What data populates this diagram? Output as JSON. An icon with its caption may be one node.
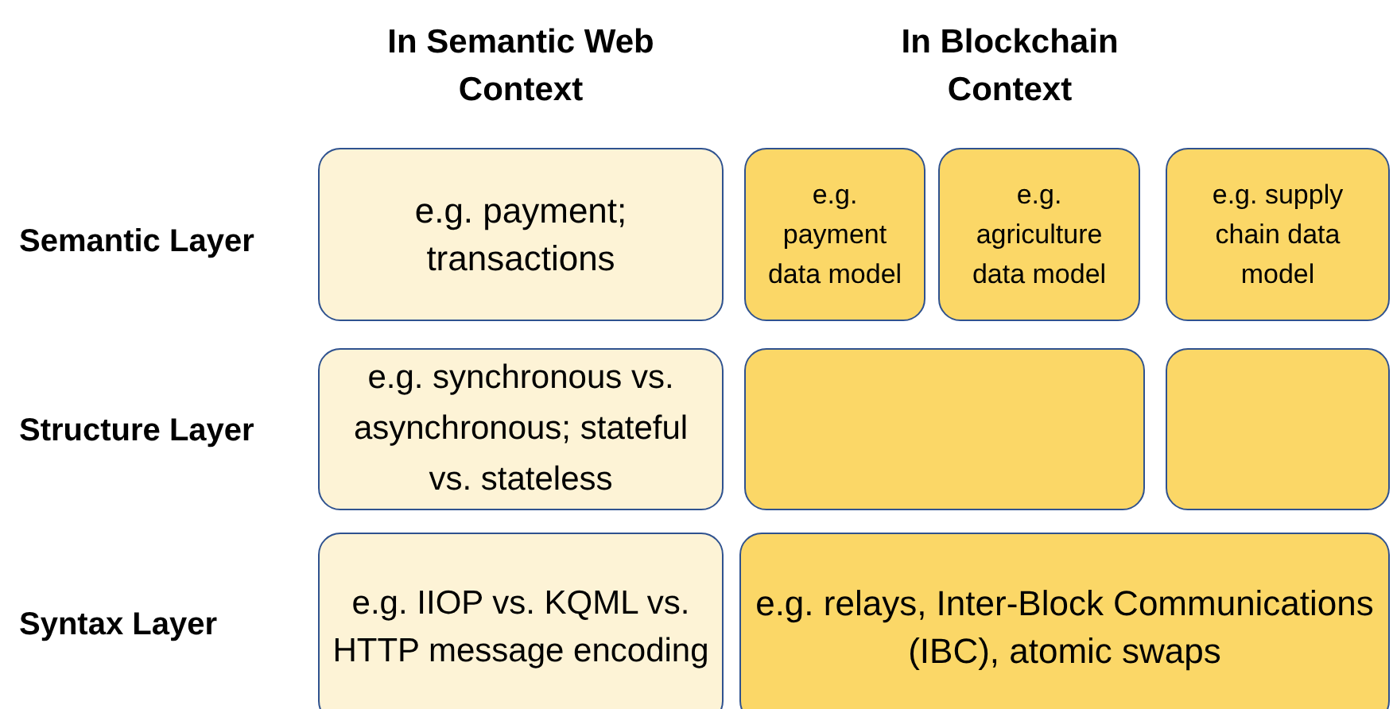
{
  "diagram": {
    "nodes": [
      {
        "text": [
          "e.g. payment; transactions"
        ]
      },
      {
        "text": [
          "e.g. payment data model"
        ]
      },
      {
        "text": [
          "e.g. agriculture data model"
        ]
      },
      {
        "text": [
          "e.g. supply chain data model"
        ]
      },
      {
        "text": [
          "e.g. synchronous vs. asynchronous; stateful vs. stateless"
        ]
      },
      {
        "text": [],
        "shape": "box"
      },
      {
        "text": [],
        "shape": "box"
      },
      {
        "text": [
          "e.g. IIOP vs. KQML vs. HTTP message encoding"
        ]
      },
      {
        "text": [
          "e.g. relays, Inter-Block Communications (IBC), atomic swaps"
        ]
      }
    ],
    "labels": [
      "In Semantic Web Context",
      "In Blockchain Context",
      "Semantic Layer",
      "Structure Layer",
      "Syntax Layer"
    ]
  }
}
